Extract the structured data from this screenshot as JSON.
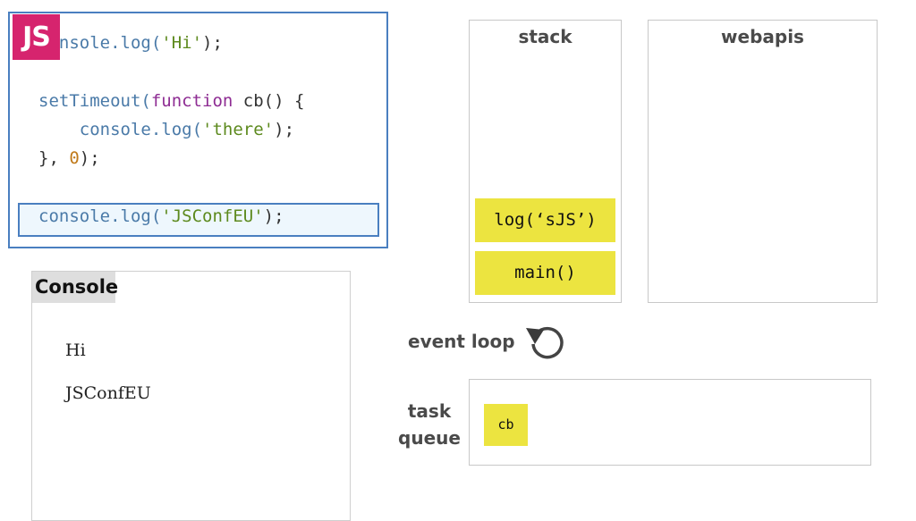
{
  "code": {
    "badge": "JS",
    "line1": {
      "fn": "console.log(",
      "str": "'Hi'",
      "end": ");"
    },
    "line2": {
      "fn": "setTimeout(",
      "kw": "function",
      "rest": " cb() {"
    },
    "line3": {
      "indent": "    ",
      "fn": "console.log(",
      "str": "'there'",
      "end": ");"
    },
    "line4": {
      "start": "}, ",
      "num": "0",
      "end": ");"
    },
    "line5": {
      "fn": "console.log(",
      "str": "'JSConfEU'",
      "end": ");"
    }
  },
  "console": {
    "title": "Console",
    "output": [
      "Hi",
      "JSConfEU"
    ]
  },
  "stack": {
    "title": "stack",
    "frames": [
      "log(‘sJS’)",
      "main()"
    ]
  },
  "webapis": {
    "title": "webapis"
  },
  "event_loop": {
    "label": "event loop",
    "icon": "circular-arrow-icon"
  },
  "task_queue": {
    "label_line1": "task",
    "label_line2": "queue",
    "items": [
      "cb"
    ]
  },
  "colors": {
    "badge": "#d6246e",
    "frame": "#ece440",
    "highlight_border": "#4a7fc0",
    "string": "#5d8a1e",
    "keyword": "#8e2c93",
    "number": "#c07a1a"
  }
}
